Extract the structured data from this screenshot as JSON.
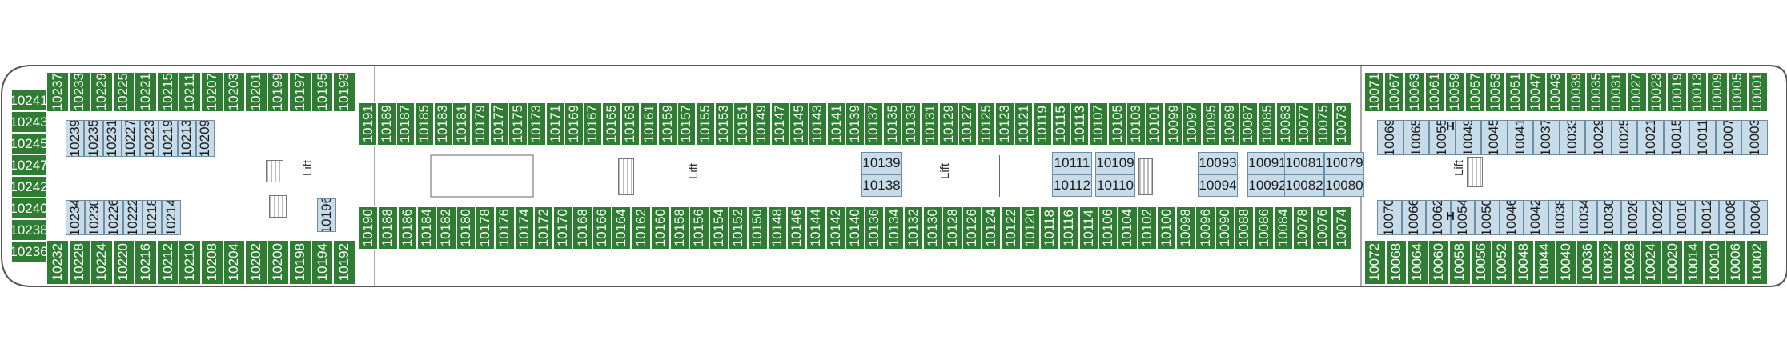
{
  "colors": {
    "cabin_green": "#2e7d32",
    "cabin_blue": "#c8dbe8",
    "outline": "#555555"
  },
  "labels": {
    "lift": "Lift",
    "h": "H"
  },
  "icons": [
    "stair-icon",
    "lift-icon",
    "wheelchair-icon"
  ],
  "cabins": {
    "bow_col": [
      "10241",
      "10243",
      "10245",
      "10247",
      "10242",
      "10240",
      "10238",
      "10236"
    ],
    "fwd_top": [
      "10237",
      "10233",
      "10229",
      "10225",
      "10221",
      "10215",
      "10211",
      "10207",
      "10203",
      "10201",
      "10199",
      "10197",
      "10195",
      "10193"
    ],
    "fwd_bot": [
      "10232",
      "10228",
      "10224",
      "10220",
      "10216",
      "10212",
      "10210",
      "10208",
      "10204",
      "10202",
      "10200",
      "10198",
      "10194",
      "10192"
    ],
    "fwd_blue_top": [
      "10239",
      "10235",
      "10231",
      "10227",
      "10223",
      "10219",
      "10213",
      "10209"
    ],
    "fwd_blue_bot": [
      "10234",
      "10230",
      "10226",
      "10222",
      "10218",
      "10214"
    ],
    "fwd_misc": [
      "10196"
    ],
    "mid_top": [
      "10191",
      "10189",
      "10187",
      "10185",
      "10183",
      "10181",
      "10179",
      "10177",
      "10175",
      "10173",
      "10171",
      "10169",
      "10167",
      "10165",
      "10163",
      "10161",
      "10159",
      "10157",
      "10155",
      "10153",
      "10151",
      "10149",
      "10147",
      "10145",
      "10143",
      "10141",
      "10139",
      "10137",
      "10135",
      "10133",
      "10131",
      "10129",
      "10127",
      "10125",
      "10123",
      "10121",
      "10119",
      "10115",
      "10113",
      "10107",
      "10105",
      "10103",
      "10101",
      "10099",
      "10097",
      "10095",
      "10089",
      "10087",
      "10085",
      "10083",
      "10077",
      "10075",
      "10073"
    ],
    "mid_bot": [
      "10190",
      "10188",
      "10186",
      "10184",
      "10182",
      "10180",
      "10178",
      "10176",
      "10174",
      "10172",
      "10170",
      "10168",
      "10166",
      "10164",
      "10162",
      "10160",
      "10158",
      "10156",
      "10154",
      "10152",
      "10150",
      "10148",
      "10146",
      "10144",
      "10142",
      "10140",
      "10136",
      "10134",
      "10132",
      "10130",
      "10128",
      "10126",
      "10124",
      "10122",
      "10120",
      "10118",
      "10116",
      "10114",
      "10106",
      "10104",
      "10102",
      "10100",
      "10098",
      "10096",
      "10090",
      "10088",
      "10086",
      "10084",
      "10078",
      "10076",
      "10074"
    ],
    "mid_blue": [
      {
        "top": "10139",
        "bot": "10138"
      },
      {
        "top": "10111",
        "bot": "10112"
      },
      {
        "top": "10109",
        "bot": "10110"
      },
      {
        "top": "10093",
        "bot": "10094"
      },
      {
        "top": "10091",
        "bot": "10092"
      },
      {
        "top": "10081",
        "bot": "10082"
      },
      {
        "top": "10079",
        "bot": "10080"
      }
    ],
    "aft_top": [
      "10071",
      "10067",
      "10063",
      "10061",
      "10059",
      "10057",
      "10053",
      "10051",
      "10047",
      "10043",
      "10039",
      "10035",
      "10031",
      "10027",
      "10023",
      "10019",
      "10013",
      "10009",
      "10005",
      "10001"
    ],
    "aft_bot": [
      "10072",
      "10068",
      "10064",
      "10060",
      "10058",
      "10056",
      "10052",
      "10048",
      "10044",
      "10040",
      "10036",
      "10032",
      "10028",
      "10024",
      "10020",
      "10014",
      "10010",
      "10006",
      "10002"
    ],
    "aft_blue_top": [
      "10069",
      "10065",
      "10055",
      "10049",
      "10045",
      "10041",
      "10037",
      "10033",
      "10029",
      "10025",
      "10021",
      "10015",
      "10011",
      "10007",
      "10003"
    ],
    "aft_blue_bot": [
      "10070",
      "10066",
      "10062",
      "10054",
      "10050",
      "10046",
      "10042",
      "10038",
      "10034",
      "10030",
      "10026",
      "10022",
      "10016",
      "10012",
      "10008",
      "10004"
    ]
  }
}
